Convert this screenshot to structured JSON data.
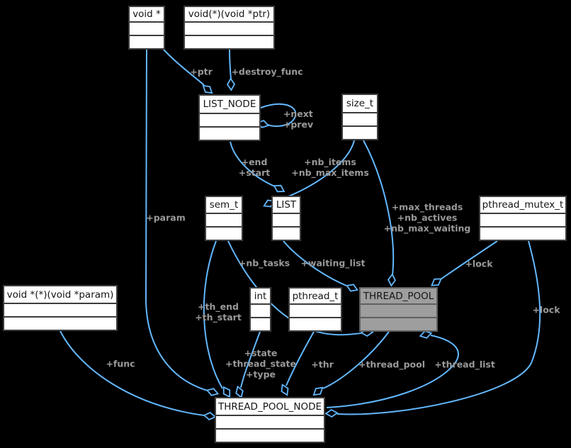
{
  "diagram_title": "THREAD_POOL collaboration diagram",
  "colors": {
    "background": "#000000",
    "edge": "#63b8ff",
    "edge_label_text": "#9a9a9a",
    "box_fill": "#ffffff",
    "box_border": "#3d3d3d",
    "highlight_fill": "#9e9e9e",
    "highlight_border": "#606060"
  },
  "classes": [
    {
      "name": "void *"
    },
    {
      "name": "void(*)(void *ptr)"
    },
    {
      "name": "LIST_NODE"
    },
    {
      "name": "size_t"
    },
    {
      "name": "sem_t"
    },
    {
      "name": "LIST"
    },
    {
      "name": "pthread_mutex_t"
    },
    {
      "name": "void *(*)(void *param)"
    },
    {
      "name": "int"
    },
    {
      "name": "pthread_t"
    },
    {
      "name": "THREAD_POOL",
      "highlighted": true
    },
    {
      "name": "THREAD_POOL_NODE"
    }
  ],
  "edge_labels": [
    {
      "label": "+ptr"
    },
    {
      "label": "+destroy_func"
    },
    {
      "label": "+next\n+prev"
    },
    {
      "label": "+end\n+start"
    },
    {
      "label": "+nb_items\n+nb_max_items"
    },
    {
      "label": "+param"
    },
    {
      "label": "+max_threads\n+nb_actives\n+nb_max_waiting"
    },
    {
      "label": "+lock"
    },
    {
      "label": "+nb_tasks"
    },
    {
      "label": "+waiting_list"
    },
    {
      "label": "+th_end\n+th_start"
    },
    {
      "label": "+state\n+thread_state\n+type"
    },
    {
      "label": "+thr"
    },
    {
      "label": "+thread_pool"
    },
    {
      "label": "+thread_list"
    },
    {
      "label": "+lock"
    },
    {
      "label": "+func"
    }
  ]
}
